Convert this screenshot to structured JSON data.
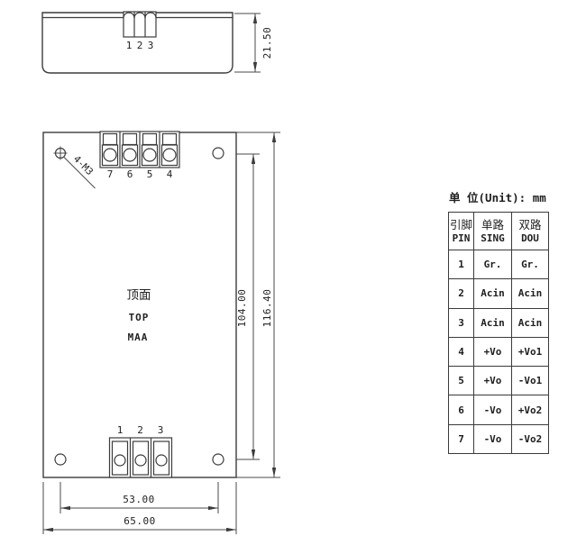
{
  "side_view": {
    "pins": [
      "1",
      "2",
      "3"
    ],
    "thickness_dim": "21.50"
  },
  "top_view": {
    "top_pins": [
      "7",
      "6",
      "5",
      "4"
    ],
    "bottom_pins": [
      "1",
      "2",
      "3"
    ],
    "screw_label": "4-M3",
    "face_label_zh": "顶面",
    "face_label_en": "TOP",
    "model_label": "MAA",
    "dim_hole_span_v": "104.00",
    "dim_outer_v": "116.40",
    "dim_hole_span_h": "53.00",
    "dim_outer_h": "65.00"
  },
  "pin_table": {
    "title": "单 位(Unit): mm",
    "columns": [
      {
        "zh": "引脚",
        "en": "PIN"
      },
      {
        "zh": "单路",
        "en": "SING"
      },
      {
        "zh": "双路",
        "en": "DOU"
      }
    ],
    "rows": [
      [
        "1",
        "Gr.",
        "Gr."
      ],
      [
        "2",
        "Acin",
        "Acin"
      ],
      [
        "3",
        "Acin",
        "Acin"
      ],
      [
        "4",
        "+Vo",
        "+Vo1"
      ],
      [
        "5",
        "+Vo",
        "-Vo1"
      ],
      [
        "6",
        "-Vo",
        "+Vo2"
      ],
      [
        "7",
        "-Vo",
        "-Vo2"
      ]
    ]
  },
  "colors": {
    "line": "#3c3c3c",
    "text": "#1e1e1e",
    "background": "#ffffff"
  }
}
